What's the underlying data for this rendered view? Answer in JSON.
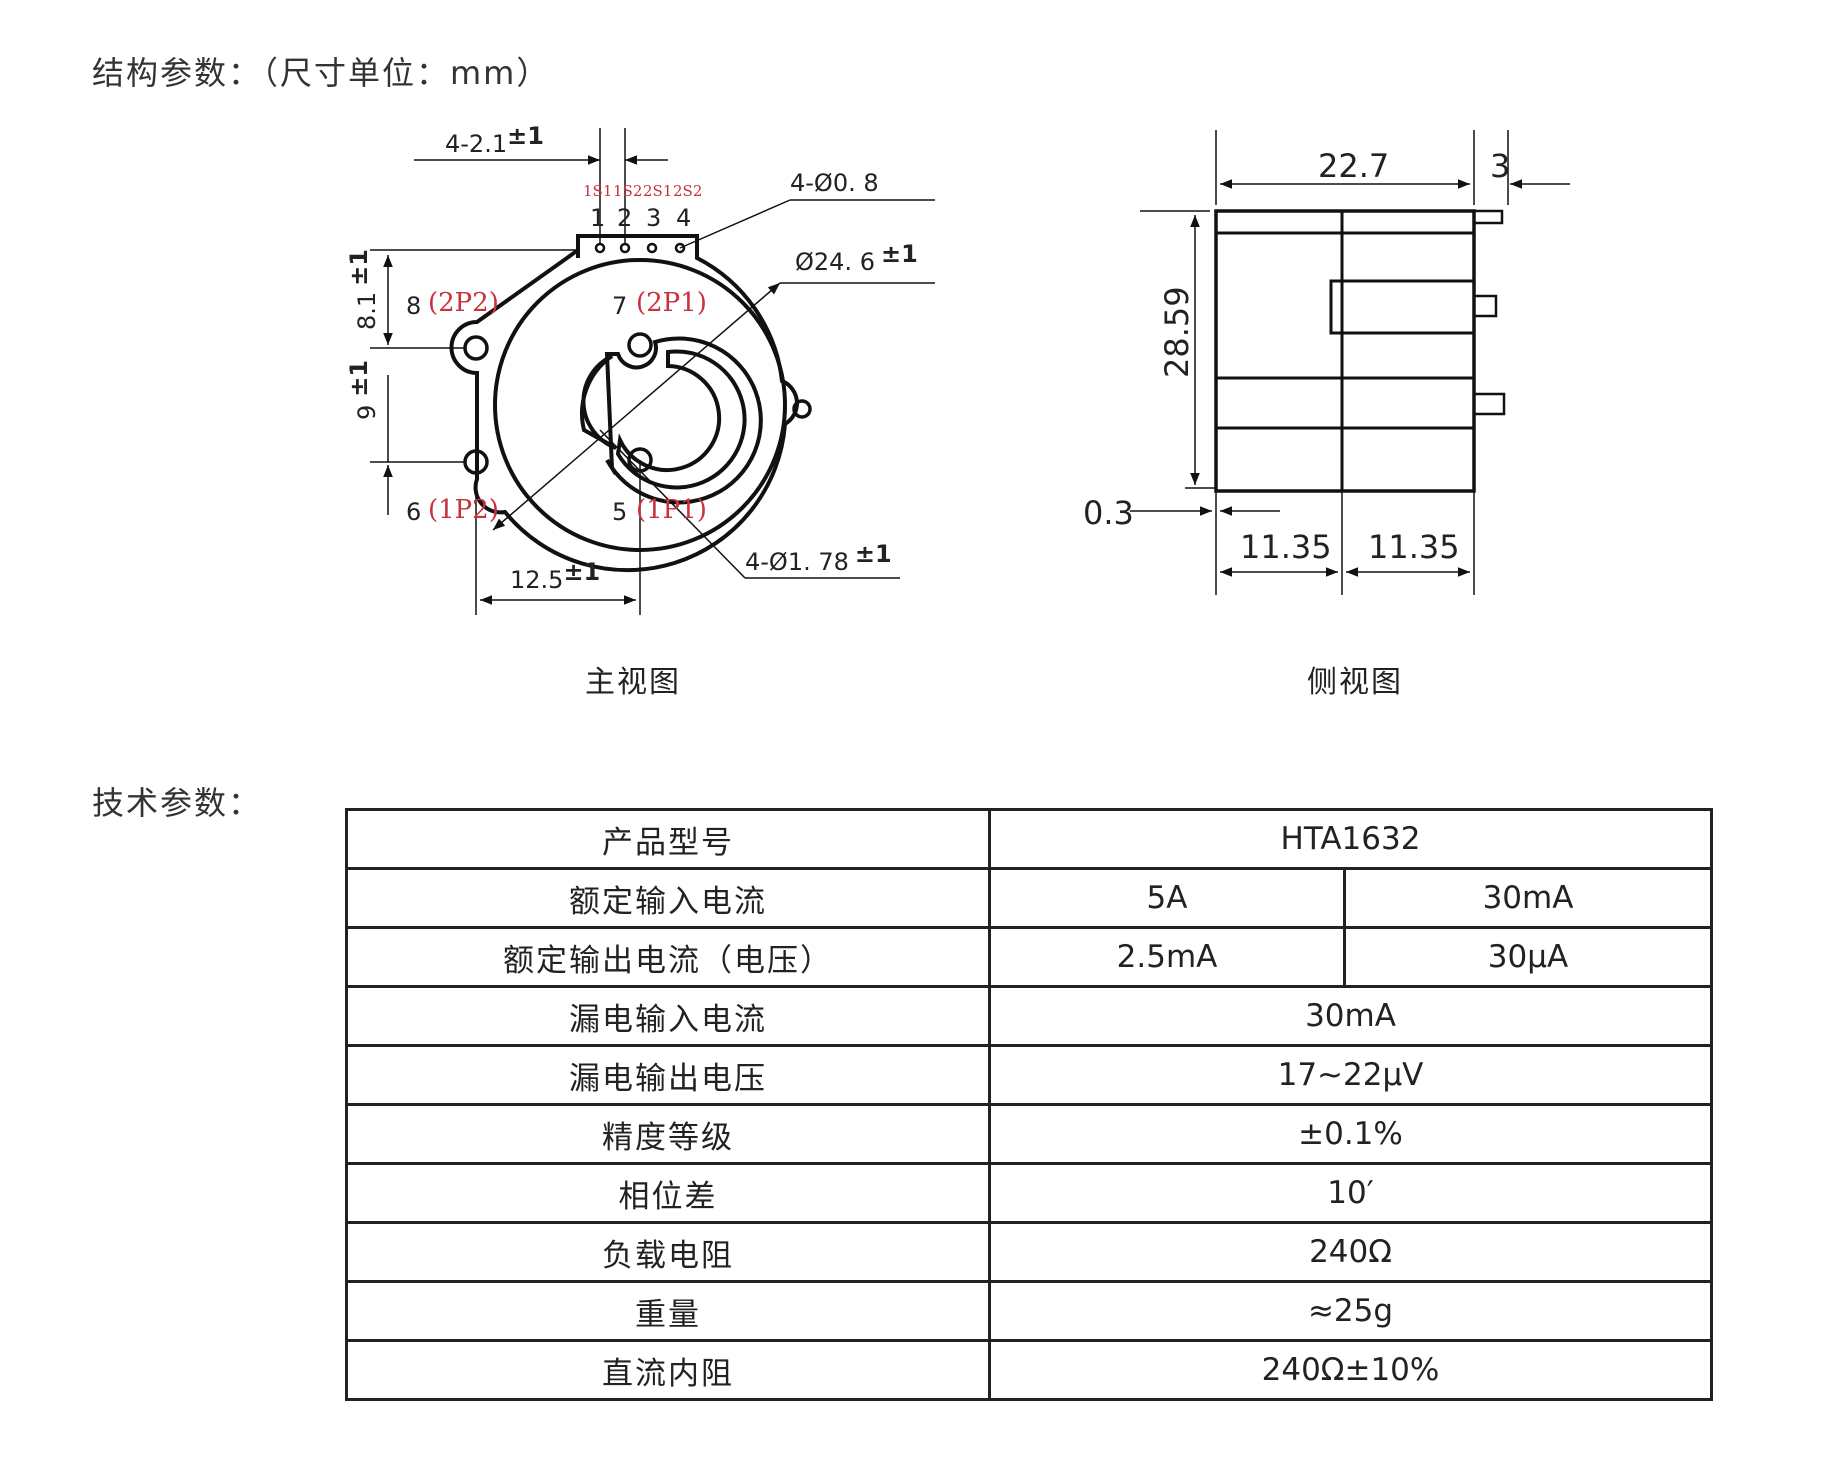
{
  "structure_title": "结构参数：（尺寸单位：mm）",
  "tech_title": "技术参数：",
  "front_view": {
    "caption": "主视图",
    "pin_spacing": "4-2.1",
    "pin_spacing_tol": "±1",
    "pin_hole": "4-Ø0. 8",
    "outer_dia": "Ø24. 6",
    "outer_dia_tol": "±1",
    "terminal_hole": "4-Ø1. 78",
    "terminal_hole_tol": "±1",
    "top_height": "8.1",
    "top_height_tol": "±1",
    "mid_height": "9",
    "mid_height_tol": "±1",
    "bottom_width": "12.5",
    "bottom_width_tol": "±1",
    "pin_codes": [
      "1S1",
      "1S2",
      "2S1",
      "2S2"
    ],
    "pin_numbers": [
      "1",
      "2",
      "3",
      "4"
    ],
    "pin8": "8",
    "pin8_label": "(2P2)",
    "pin7": "7",
    "pin7_label": "(2P1)",
    "pin6": "6",
    "pin6_label": "(1P2)",
    "pin5": "5",
    "pin5_label": "(1P1)"
  },
  "side_view": {
    "caption": "侧视图",
    "width": "22.7",
    "pin_length": "3",
    "height": "28.59",
    "offset": "0.3",
    "half_left": "11.35",
    "half_right": "11.35"
  },
  "spec_table": {
    "rows": [
      {
        "label": "产品型号",
        "value": "HTA1632"
      },
      {
        "label": "额定输入电流",
        "value_a": "5A",
        "value_b": "30mA"
      },
      {
        "label": "额定输出电流（电压）",
        "value_a": "2.5mA",
        "value_b": "30μA"
      },
      {
        "label": "漏电输入电流",
        "value": "30mA"
      },
      {
        "label": "漏电输出电压",
        "value": "17~22μV"
      },
      {
        "label": "精度等级",
        "value": "±0.1%"
      },
      {
        "label": "相位差",
        "value": "10′"
      },
      {
        "label": "负载电阻",
        "value": "240Ω"
      },
      {
        "label": "重量",
        "value": "≈25g"
      },
      {
        "label": "直流内阻",
        "value": "240Ω±10%"
      }
    ]
  }
}
